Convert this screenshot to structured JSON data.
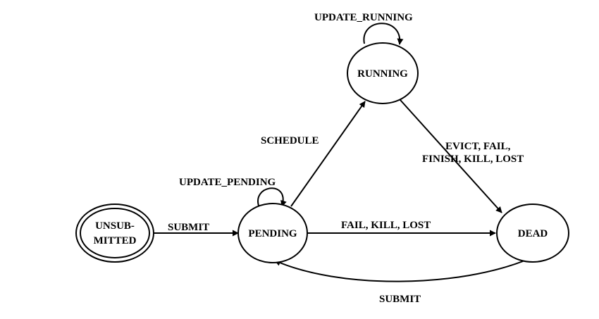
{
  "diagram": {
    "states": {
      "unsubmitted": {
        "line1": "UNSUB-",
        "line2": "MITTED",
        "initial": true
      },
      "pending": {
        "label": "PENDING"
      },
      "running": {
        "label": "RUNNING"
      },
      "dead": {
        "label": "DEAD"
      }
    },
    "transitions": {
      "submit_to_pending": "SUBMIT",
      "update_pending": "UPDATE_PENDING",
      "schedule": "SCHEDULE",
      "update_running": "UPDATE_RUNNING",
      "running_to_dead_line1": "EVICT, FAIL,",
      "running_to_dead_line2": "FINISH, KILL, LOST",
      "pending_to_dead": "FAIL, KILL, LOST",
      "dead_to_pending": "SUBMIT"
    },
    "colors": {
      "stroke": "#000000",
      "background": "#ffffff"
    }
  }
}
